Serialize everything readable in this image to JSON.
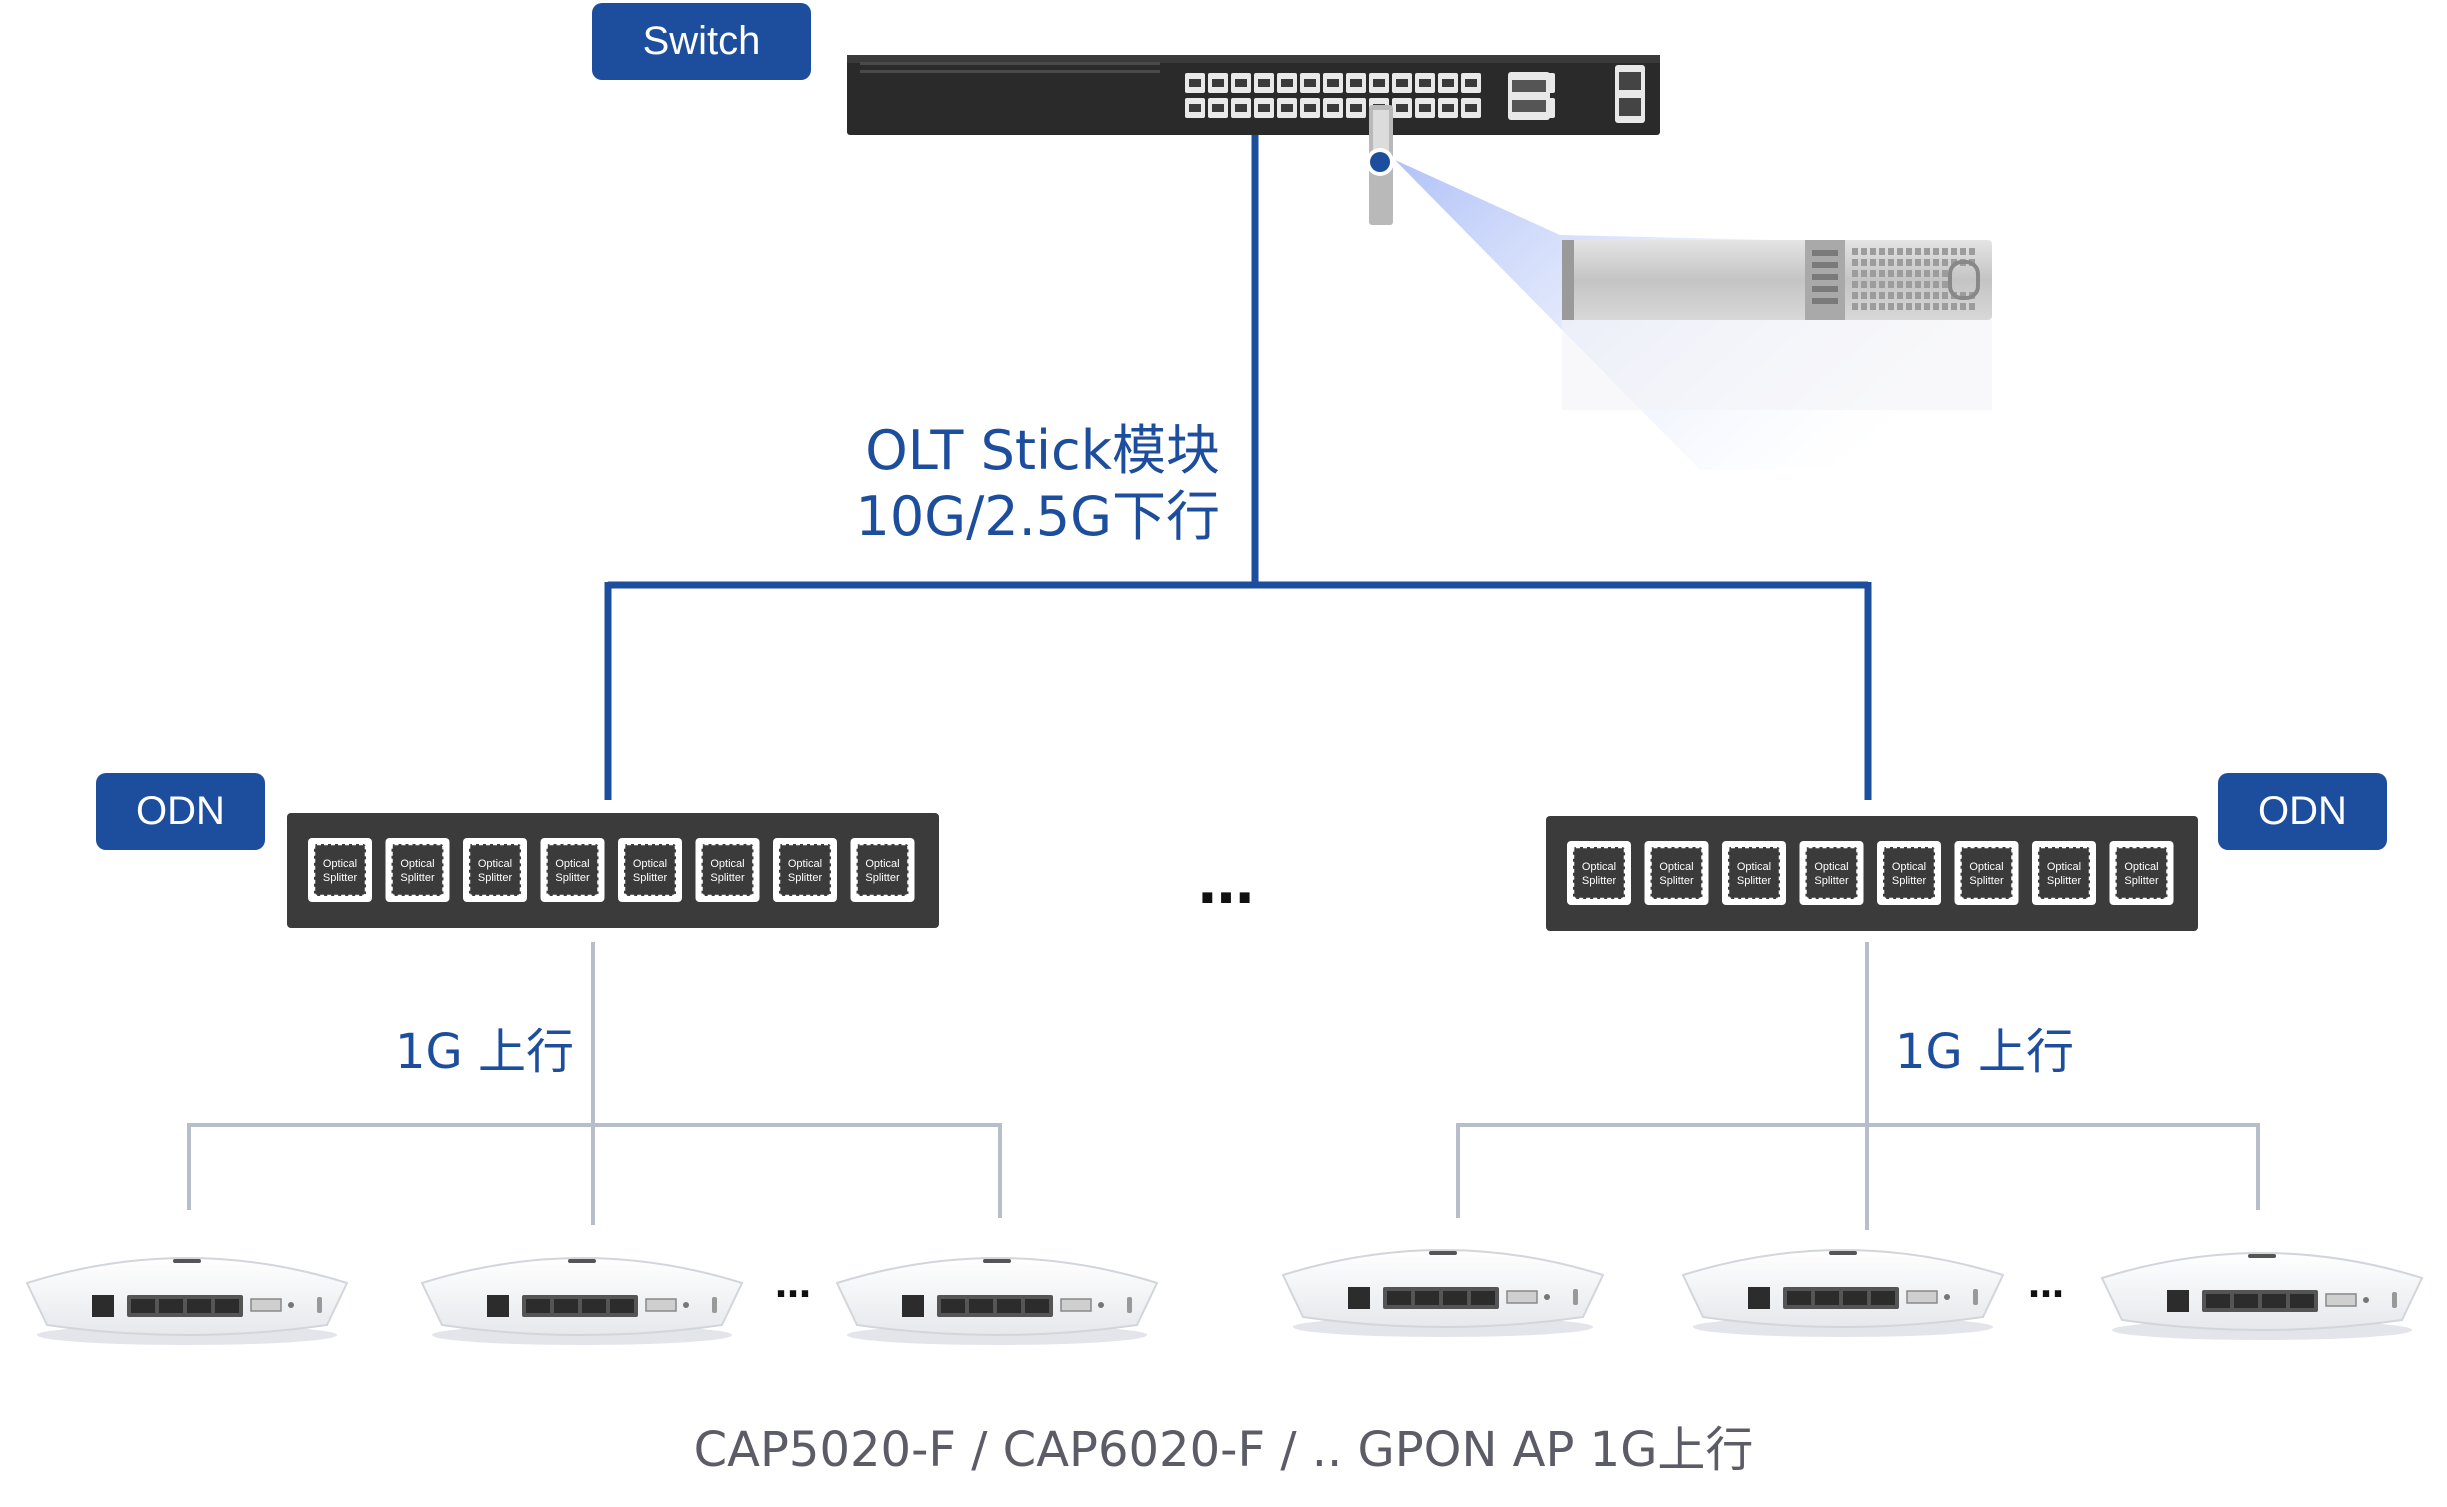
{
  "tags": {
    "switch": "Switch",
    "odn_left": "ODN",
    "odn_right": "ODN"
  },
  "olt": {
    "line1": "OLT Stick模块",
    "line2": "10G/2.5G下行"
  },
  "uplink_left": "1G 上行",
  "uplink_right": "1G 上行",
  "splitter_label_top": "Optical",
  "splitter_label_bottom": "Splitter",
  "ellipsis": "…",
  "caption": "CAP5020-F / CAP6020-F / ..  GPON AP 1G上行",
  "colors": {
    "primary": "#1d4e9d",
    "tree_line": "#b7bec9",
    "device_dark": "#2b2b2b",
    "caption": "#5c5c66"
  }
}
